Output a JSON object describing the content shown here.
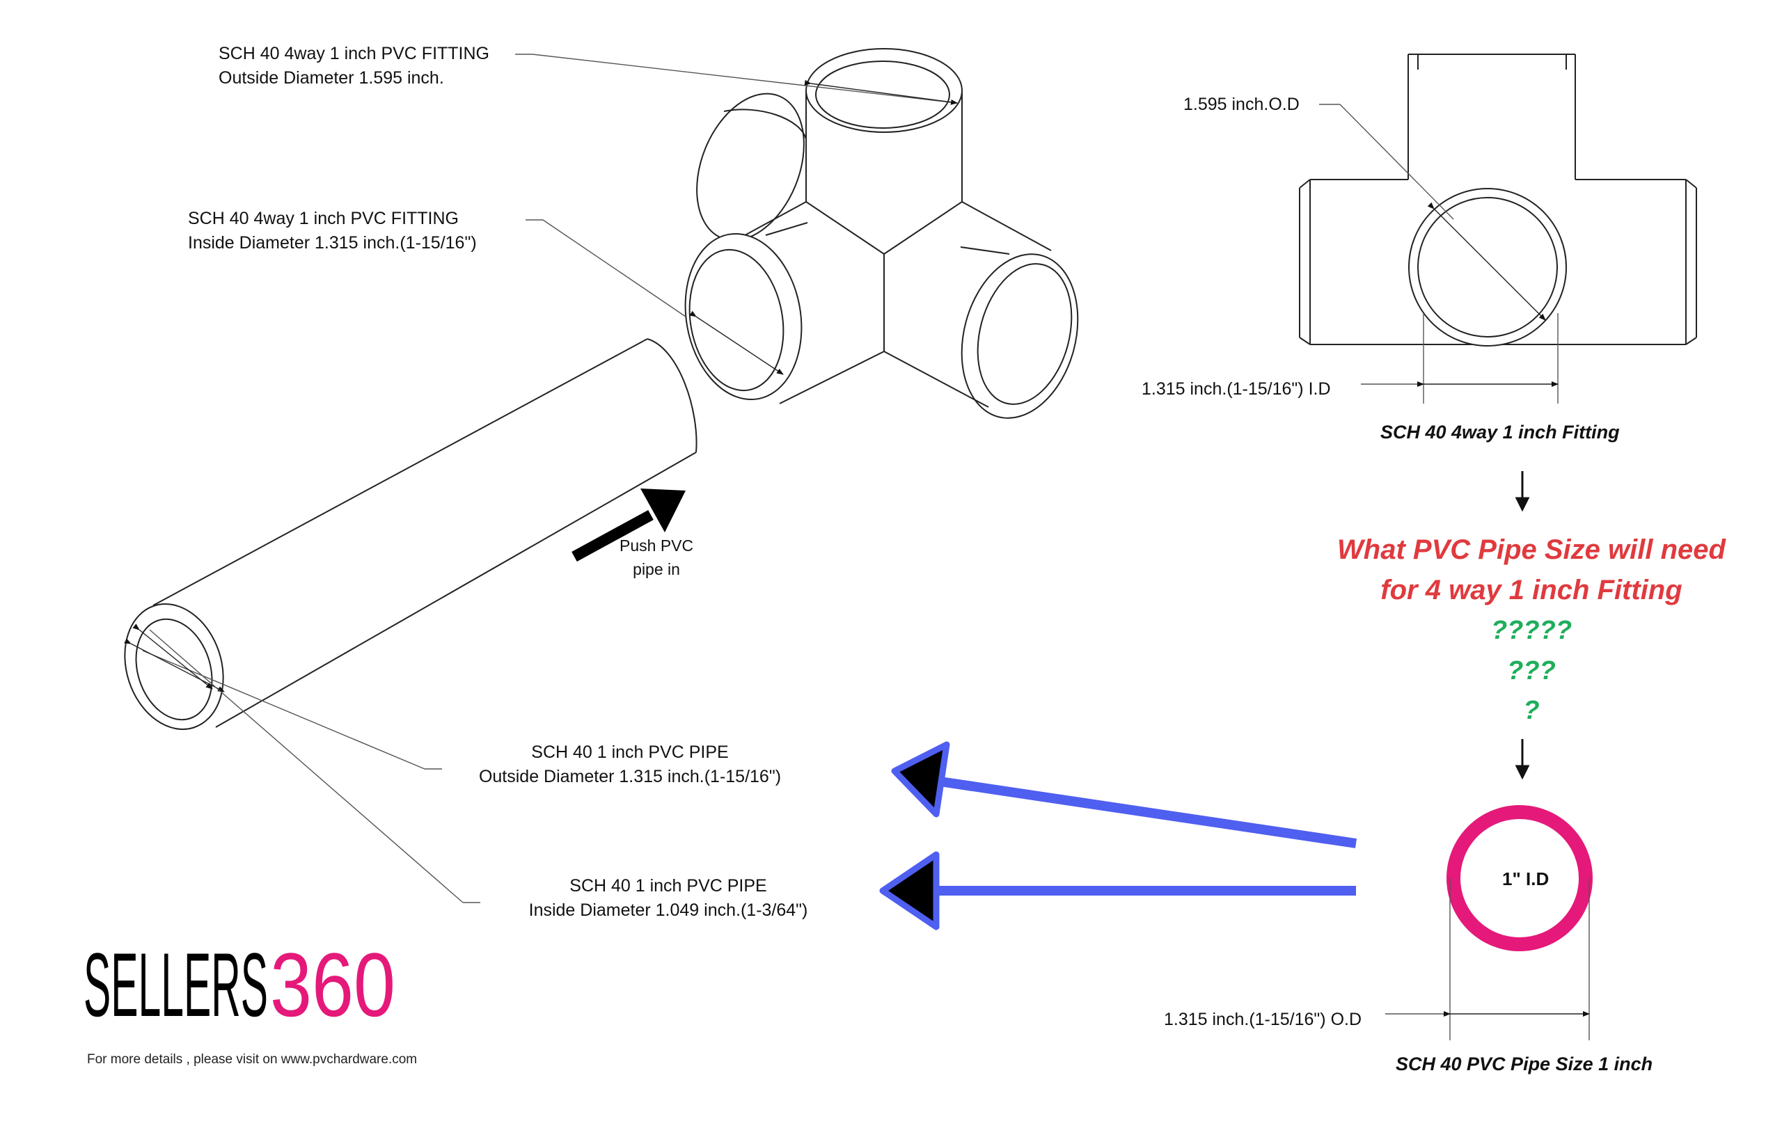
{
  "fitting_labels": {
    "od_line1": "SCH 40 4way 1 inch PVC FITTING",
    "od_line2": "Outside Diameter 1.595 inch.",
    "id_line1": "SCH 40 4way 1 inch PVC FITTING",
    "id_line2": "Inside Diameter 1.315 inch.(1-15/16\")"
  },
  "push_label": {
    "line1": "Push PVC",
    "line2": "pipe in"
  },
  "pipe_labels": {
    "od_line1": "SCH 40 1 inch PVC PIPE",
    "od_line2": "Outside Diameter 1.315 inch.(1-15/16\")",
    "id_line1": "SCH 40 1 inch PVC PIPE",
    "id_line2": "Inside Diameter 1.049 inch.(1-3/64\")"
  },
  "fitting_view": {
    "od_dim": "1.595 inch.O.D",
    "id_dim": "1.315 inch.(1-15/16\") I.D",
    "caption": "SCH 40 4way 1 inch Fitting"
  },
  "question": {
    "line1": "What PVC Pipe Size will need",
    "line2": "for 4 way 1 inch Fitting",
    "marks1": "?????",
    "marks2": "???",
    "marks3": "?"
  },
  "pipe_view": {
    "inner_label": "1\" I.D",
    "od_dim": "1.315 inch.(1-15/16\") O.D",
    "caption": "SCH 40 PVC Pipe Size 1 inch"
  },
  "logo": {
    "text_black": "SELLERS",
    "text_pink": "360"
  },
  "footer": {
    "text": "For more details , please visit on www.pvchardware.com"
  },
  "colors": {
    "arrow_blue": "#4f5ff0",
    "question_red": "#e03a3e",
    "question_green": "#1fae5b",
    "pipe_ring": "#e5197a",
    "logo_pink": "#e5197a"
  }
}
